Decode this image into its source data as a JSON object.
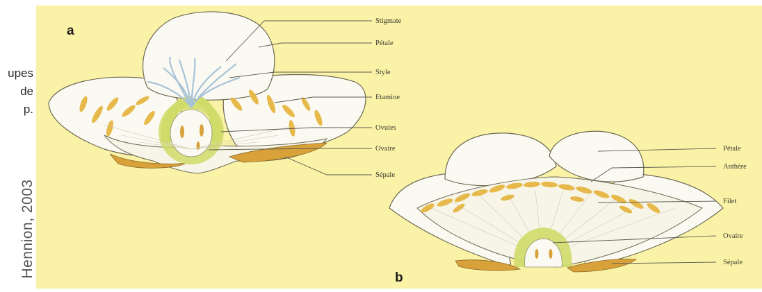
{
  "side_text": [
    "upes",
    "de",
    "p."
  ],
  "credit": "Hennion, 2003",
  "colors": {
    "background": "#faf2a6",
    "petal": "#fbfaf2",
    "anther": "#e6b94a",
    "ovary_ring": "#cfdc6a",
    "sepal": "#d9a13a",
    "style": "#b8cfe0"
  },
  "panel_a": {
    "letter": "a",
    "labels": [
      "Stigmate",
      "Pétale",
      "Style",
      "Etamine",
      "Ovules",
      "Ovaire",
      "Sépale"
    ]
  },
  "panel_b": {
    "letter": "b",
    "labels": [
      "Pétale",
      "Anthère",
      "Filet",
      "Ovaire",
      "Sépale"
    ]
  }
}
